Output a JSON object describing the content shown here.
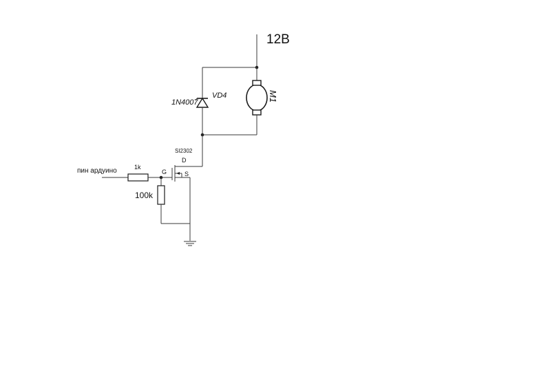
{
  "labels": {
    "supply": "12В",
    "motor_ref": "M1",
    "diode_ref": "VD4",
    "diode_part": "1N4007",
    "mosfet_part": "SI2302",
    "drain": "D",
    "gate": "G",
    "source": "S",
    "input": "пин ардуино",
    "r_gate": "1k",
    "r_pulldown": "100k"
  }
}
